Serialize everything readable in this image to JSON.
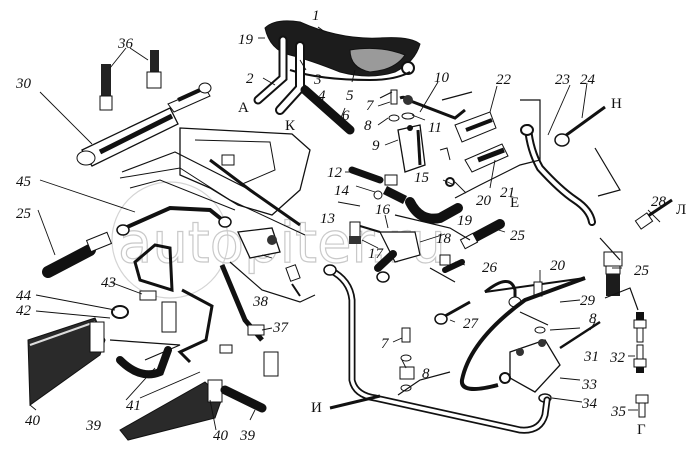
{
  "diagram": {
    "type": "exploded-parts-diagram",
    "watermark": "autopiter.ru",
    "part_labels": [
      {
        "id": "1",
        "text": "1"
      },
      {
        "id": "2",
        "text": "2"
      },
      {
        "id": "3",
        "text": "3"
      },
      {
        "id": "4",
        "text": "4"
      },
      {
        "id": "5",
        "text": "5"
      },
      {
        "id": "6",
        "text": "6"
      },
      {
        "id": "7a",
        "text": "7"
      },
      {
        "id": "7b",
        "text": "7"
      },
      {
        "id": "8a",
        "text": "8"
      },
      {
        "id": "8b",
        "text": "8"
      },
      {
        "id": "8c",
        "text": "8"
      },
      {
        "id": "9",
        "text": "9"
      },
      {
        "id": "10",
        "text": "10"
      },
      {
        "id": "11",
        "text": "11"
      },
      {
        "id": "12",
        "text": "12"
      },
      {
        "id": "13",
        "text": "13"
      },
      {
        "id": "14",
        "text": "14"
      },
      {
        "id": "15",
        "text": "15"
      },
      {
        "id": "16",
        "text": "16"
      },
      {
        "id": "17",
        "text": "17"
      },
      {
        "id": "18",
        "text": "18"
      },
      {
        "id": "19a",
        "text": "19"
      },
      {
        "id": "19b",
        "text": "19"
      },
      {
        "id": "20a",
        "text": "20"
      },
      {
        "id": "20b",
        "text": "20"
      },
      {
        "id": "21",
        "text": "21"
      },
      {
        "id": "22",
        "text": "22"
      },
      {
        "id": "23",
        "text": "23"
      },
      {
        "id": "24",
        "text": "24"
      },
      {
        "id": "25a",
        "text": "25"
      },
      {
        "id": "25b",
        "text": "25"
      },
      {
        "id": "25c",
        "text": "25"
      },
      {
        "id": "26",
        "text": "26"
      },
      {
        "id": "27",
        "text": "27"
      },
      {
        "id": "28",
        "text": "28"
      },
      {
        "id": "29",
        "text": "29"
      },
      {
        "id": "30",
        "text": "30"
      },
      {
        "id": "31",
        "text": "31"
      },
      {
        "id": "32",
        "text": "32"
      },
      {
        "id": "33",
        "text": "33"
      },
      {
        "id": "34",
        "text": "34"
      },
      {
        "id": "35",
        "text": "35"
      },
      {
        "id": "36",
        "text": "36"
      },
      {
        "id": "37",
        "text": "37"
      },
      {
        "id": "38",
        "text": "38"
      },
      {
        "id": "39a",
        "text": "39"
      },
      {
        "id": "39b",
        "text": "39"
      },
      {
        "id": "40a",
        "text": "40"
      },
      {
        "id": "40b",
        "text": "40"
      },
      {
        "id": "41",
        "text": "41"
      },
      {
        "id": "42",
        "text": "42"
      },
      {
        "id": "43",
        "text": "43"
      },
      {
        "id": "44",
        "text": "44"
      },
      {
        "id": "45",
        "text": "45"
      }
    ],
    "port_labels": {
      "A": "А",
      "K": "К",
      "E": "Е",
      "N": "Н",
      "L": "Л",
      "I": "И",
      "G": "Г"
    }
  }
}
